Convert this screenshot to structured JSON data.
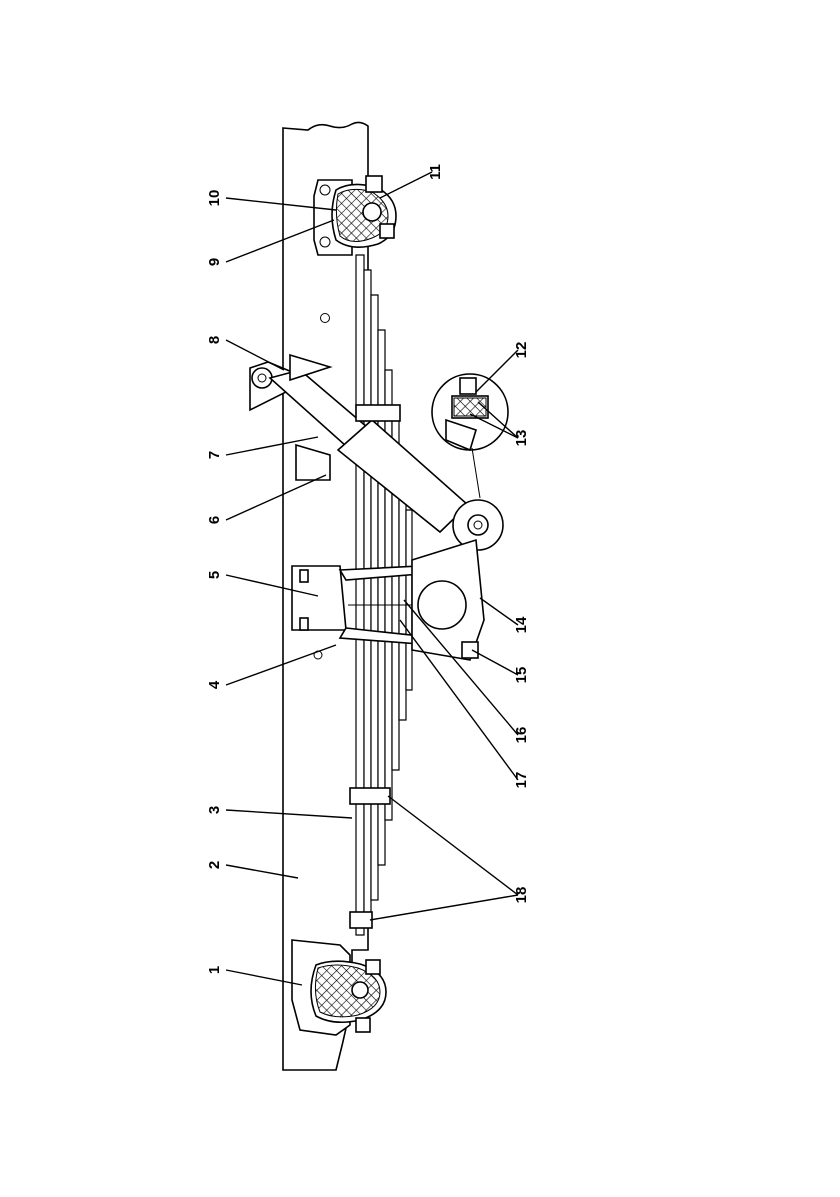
{
  "figure": {
    "callouts": [
      {
        "id": "c1",
        "label": "1"
      },
      {
        "id": "c2",
        "label": "2"
      },
      {
        "id": "c3",
        "label": "3"
      },
      {
        "id": "c4",
        "label": "4"
      },
      {
        "id": "c5",
        "label": "5"
      },
      {
        "id": "c6",
        "label": "6"
      },
      {
        "id": "c7",
        "label": "7"
      },
      {
        "id": "c8",
        "label": "8"
      },
      {
        "id": "c9",
        "label": "9"
      },
      {
        "id": "c10",
        "label": "10"
      },
      {
        "id": "c11",
        "label": "11"
      },
      {
        "id": "c12",
        "label": "12"
      },
      {
        "id": "c13",
        "label": "13"
      },
      {
        "id": "c14",
        "label": "14"
      },
      {
        "id": "c15",
        "label": "15"
      },
      {
        "id": "c16",
        "label": "16"
      },
      {
        "id": "c17",
        "label": "17"
      },
      {
        "id": "c18",
        "label": "18"
      }
    ]
  }
}
